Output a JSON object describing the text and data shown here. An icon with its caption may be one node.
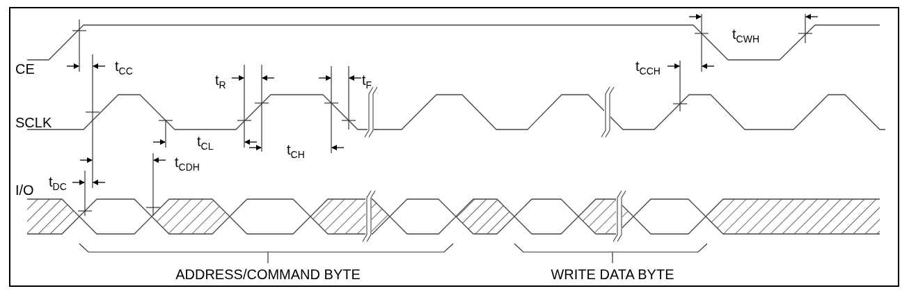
{
  "diagram": {
    "labels": [
      "t$_{CWH}$",
      "CE",
      "t$_{CC}$",
      "t$_{CCH}$",
      "t$_{R}$",
      "t$_{F}$",
      "SCLK",
      "t$_{CL}$",
      "t$_{CH}$",
      "t$_{CDH}$",
      "t$_{DC}$",
      "I/O",
      "ADDRESS/COMMAND BYTE",
      "WRITE DATA BYTE"
    ]
  }
}
